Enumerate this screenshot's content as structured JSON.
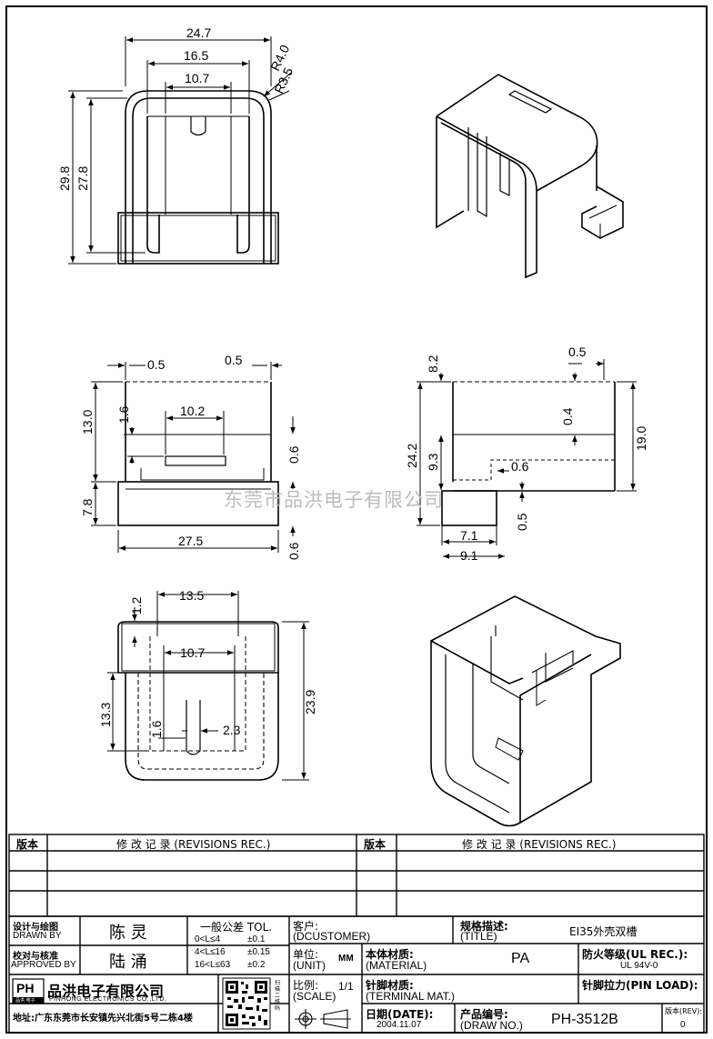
{
  "drawing": {
    "watermark": "东莞市品洪电子有限公司",
    "views": {
      "front": {
        "dims": [
          "24.7",
          "16.5",
          "10.7",
          "R4.0",
          "R3.5",
          "29.8",
          "27.8"
        ]
      },
      "side_left": {
        "dims": [
          "0.5",
          "0.5",
          "10.2",
          "13.0",
          "1.6",
          "0.6",
          "7.8",
          "27.5",
          "0.6"
        ]
      },
      "side_right": {
        "dims": [
          "8.2",
          "0.5",
          "0.4",
          "24.2",
          "9.3",
          "19.0",
          "0.6",
          "0.5",
          "7.1",
          "9.1"
        ]
      },
      "bottom": {
        "dims": [
          "1.2",
          "13.5",
          "10.7",
          "13.3",
          "1.6",
          "2.3",
          "23.9"
        ]
      }
    }
  },
  "revisions": {
    "col_version": "版本",
    "col_record": "修 改 记 录 (REVISIONS REC.)",
    "rows": 4
  },
  "title_block": {
    "designed_label_cn": "设计与绘图",
    "designed_label_en": "DRAWN BY",
    "designer": "陈 灵",
    "approved_label_cn": "校对与核准",
    "approved_label_en": "APPROVED BY",
    "approver": "陆 涌",
    "tol_title": "一般公差 TOL.",
    "tol_rows": [
      {
        "range": "0<L≤4",
        "tol": "±0.1"
      },
      {
        "range": "4<L≤16",
        "tol": "±0.15"
      },
      {
        "range": "16<L≤63",
        "tol": "±0.2"
      }
    ],
    "customer_label_cn": "客户:",
    "customer_label_en": "(DCUSTOMER)",
    "spec_label_cn": "规格描述:",
    "spec_label_en": "(TITLE)",
    "spec_value": "EI35外壳双槽",
    "unit_label_cn": "单位:",
    "unit_label_en": "(UNIT)",
    "unit_value": "MM",
    "material_label_cn": "本体材质:",
    "material_label_en": "(MATERIAL)",
    "material_value": "PA",
    "fire_label": "防火等级(UL REC.):",
    "fire_value": "UL 94V-0",
    "scale_label_cn": "比例:",
    "scale_label_en": "(SCALE)",
    "scale_value": "1/1",
    "pin_mat_label_cn": "针脚材质:",
    "pin_mat_label_en": "(TERMINAL MAT.)",
    "pin_load_label": "针脚拉力(PIN LOAD):",
    "date_label": "日期(DATE):",
    "date_value": "2004.11.07",
    "part_label_cn": "产品编号:",
    "part_label_en": "(DRAW NO.)",
    "part_value": "PH-3512B",
    "rev_label_cn": "版本(REV):",
    "rev_value": "0",
    "company_cn": "品洪电子有限公司",
    "company_en": "PINHONG ELECTRONICS CO.,LTD.",
    "logo_text": "PH",
    "logo_sub": "品洪 电子",
    "address": "地址:广东东莞市长安镇先兴北街5号二栋4楼",
    "qr_side_text": "扫描二维码"
  }
}
